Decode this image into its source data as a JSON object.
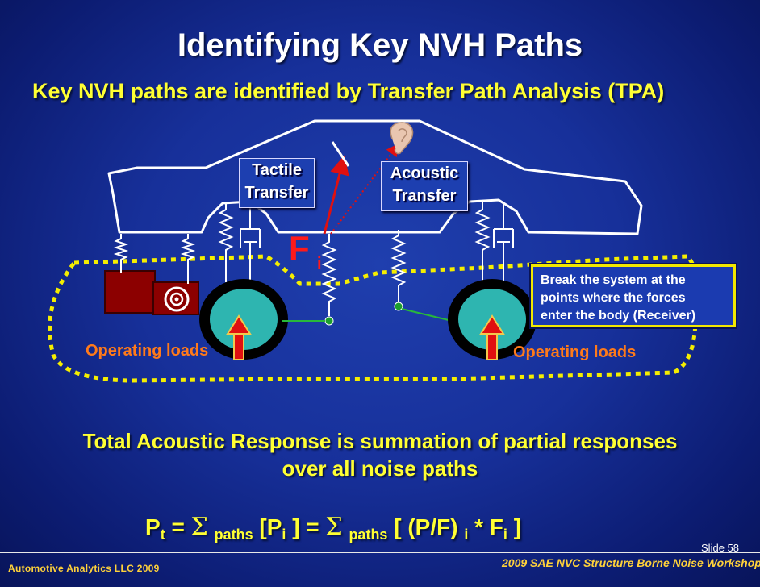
{
  "slide": {
    "title": "Identifying Key NVH Paths",
    "subtitle": "Key NVH paths are identified by Transfer Path Analysis (TPA)"
  },
  "diagram": {
    "tactile_line1": "Tactile",
    "tactile_line2": "Transfer",
    "acoustic_line1": "Acoustic",
    "acoustic_line2": "Transfer",
    "force_symbol": "F",
    "force_subscript": "i",
    "note_line1": "Break the system at the",
    "note_line2": "points where the forces",
    "note_line3": "enter the body (Receiver)",
    "operating_loads_left": "Operating loads",
    "operating_loads_right": "Operating loads"
  },
  "summary": {
    "line1": "Total Acoustic Response is summation of partial responses",
    "line2": "over all noise paths"
  },
  "formula": {
    "p": "P",
    "t_sub": "t",
    "eq1": " = ",
    "sigma": "Σ",
    "paths": "paths",
    "pi_open": " [P",
    "i_sub": "i",
    "pi_close": " ]  =  ",
    "bracket_open": " [ (P/F) ",
    "times": " *  F",
    "bracket_close": " ]"
  },
  "footer": {
    "slide_number": "Slide 58",
    "company": "Automotive Analytics LLC  2009",
    "workshop": "2009 SAE NVC Structure Borne Noise Workshop"
  },
  "colors": {
    "background": "#17309a",
    "title": "#ffffff",
    "subtitle": "#ffff33",
    "operating_loads": "#ff7a1a",
    "force": "#ff1a1a",
    "note_border": "#f2e800",
    "wheel_hub": "#2eb5b0"
  },
  "icons": [
    "ear-icon",
    "speaker-icon",
    "force-arrow-icon"
  ]
}
